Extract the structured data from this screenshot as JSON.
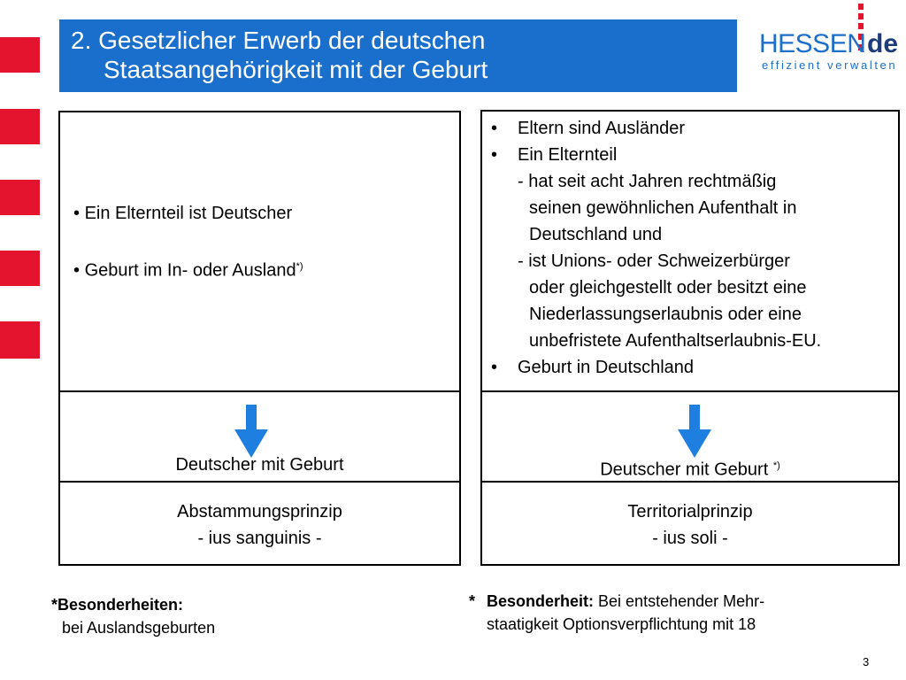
{
  "title": {
    "line1": "2. Gesetzlicher Erwerb der deutschen",
    "line2": "Staatsangehörigkeit mit der Geburt"
  },
  "logo": {
    "word": "HESSEN",
    "domain": "de",
    "tagline": "effizient verwalten"
  },
  "left": {
    "bullets": [
      {
        "text": "Ein Elternteil ist Deutscher",
        "sup": ""
      },
      {
        "text": "Geburt im In- oder Ausland",
        "sup": "*)"
      }
    ],
    "result": "Deutscher mit Geburt",
    "principle_line1": "Abstammungsprinzip",
    "principle_line2": "- ius sanguinis -"
  },
  "right": {
    "lines": [
      "Eltern sind Ausländer",
      "Ein Elternteil",
      "- hat seit acht Jahren  rechtmäßig",
      "seinen gewöhnlichen Aufenthalt in",
      "Deutschland und",
      "- ist Unions- oder Schweizerbürger",
      "oder gleichgestellt oder besitzt eine",
      "Niederlassungserlaubnis oder eine",
      "unbefristete Aufenthaltserlaubnis-EU.",
      "Geburt in Deutschland"
    ],
    "bullet": "•",
    "result": "Deutscher mit Geburt",
    "result_sup": "*)",
    "principle_line1": "Territorialprinzip",
    "principle_line2": "- ius soli -"
  },
  "footnotes": {
    "left_title": "*Besonderheiten:",
    "left_text": "bei Auslandsgeburten",
    "right_star": "*",
    "right_title": "Besonderheit:",
    "right_text1": " Bei entstehender Mehr-",
    "right_text2": "staatigkeit Optionsverpflichtung mit 18"
  },
  "page_number": "3",
  "colors": {
    "accent_red": "#e5142e",
    "title_blue": "#1a6fcd",
    "arrow_blue": "#1f7fe0"
  }
}
